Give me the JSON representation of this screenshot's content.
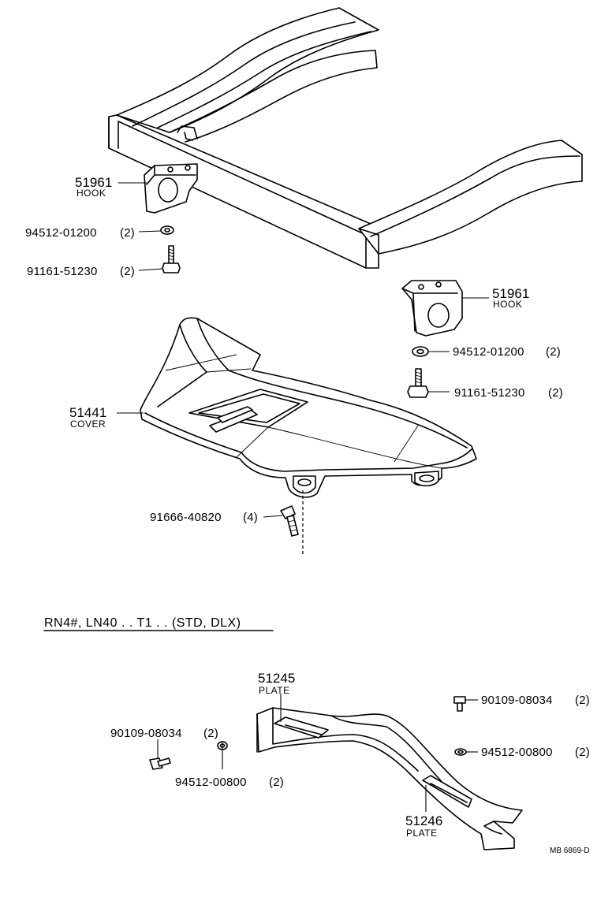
{
  "parts": {
    "hook_left": {
      "number": "51961",
      "name": "HOOK"
    },
    "hook_right": {
      "number": "51961",
      "name": "HOOK"
    },
    "washer_left": {
      "number": "94512-01200",
      "qty": "(2)"
    },
    "bolt_left": {
      "number": "91161-51230",
      "qty": "(2)"
    },
    "washer_right": {
      "number": "94512-01200",
      "qty": "(2)"
    },
    "bolt_right": {
      "number": "91161-51230",
      "qty": "(2)"
    },
    "cover": {
      "number": "51441",
      "name": "COVER"
    },
    "screw": {
      "number": "91666-40820",
      "qty": "(4)"
    },
    "plate_front": {
      "number": "51245",
      "name": "PLATE"
    },
    "plate_rear": {
      "number": "51246",
      "name": "PLATE"
    },
    "bolt_plate_left": {
      "number": "90109-08034",
      "qty": "(2)"
    },
    "washer_plate_left": {
      "number": "94512-00800",
      "qty": "(2)"
    },
    "bolt_plate_right": {
      "number": "90109-08034",
      "qty": "(2)"
    },
    "washer_plate_right": {
      "number": "94512-00800",
      "qty": "(2)"
    }
  },
  "variant_label": "RN4#, LN40 . . T1 . . (STD, DLX)",
  "drawing_ref": "MB 6869-D"
}
